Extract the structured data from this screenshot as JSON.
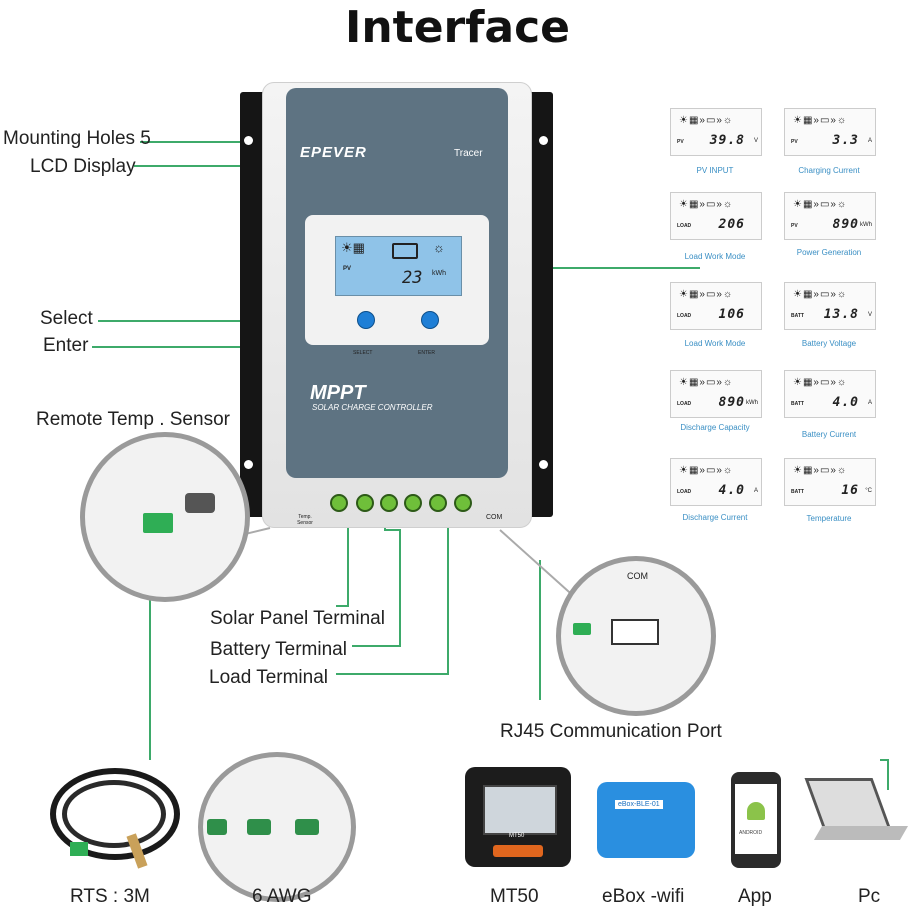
{
  "title": "Interface",
  "callouts": {
    "mounting_holes": "Mounting Holes  5",
    "lcd_display": "LCD Display",
    "select": "Select",
    "enter": "Enter",
    "remote_temp_sensor": "Remote Temp . Sensor",
    "solar_panel_terminal": "Solar Panel Terminal",
    "battery_terminal": "Battery Terminal",
    "load_terminal": "Load Terminal",
    "rj45_port": "RJ45 Communication Port"
  },
  "device": {
    "brand": "EPEVER",
    "model": "Tracer",
    "mppt": "MPPT",
    "subtitle": "SOLAR CHARGE CONTROLLER",
    "select_btn": "SELECT",
    "enter_btn": "ENTER",
    "temp_sensor_label": "Temp. Sensor",
    "com_label": "COM",
    "lcd_pv": "PV",
    "lcd_value": "23",
    "lcd_unit": "kWh"
  },
  "com_zoom_label": "COM",
  "lcd_screens": [
    {
      "tag": "PV",
      "value": "39.8",
      "unit": "V",
      "caption": "PV  INPUT"
    },
    {
      "tag": "PV",
      "value": "3.3",
      "unit": "A",
      "caption": "Charging  Current"
    },
    {
      "tag": "LOAD",
      "value": "206",
      "unit": "",
      "caption": "Load  Work  Mode"
    },
    {
      "tag": "PV",
      "value": "890",
      "unit": "kWh",
      "caption": "Power  Generation"
    },
    {
      "tag": "LOAD",
      "value": "106",
      "unit": "",
      "caption": "Load  Work  Mode"
    },
    {
      "tag": "BATT",
      "value": "13.8",
      "unit": "V",
      "caption": "Battery  Voltage"
    },
    {
      "tag": "LOAD",
      "value": "890",
      "unit": "kWh",
      "caption": "Discharge  Capacity"
    },
    {
      "tag": "BATT",
      "value": "4.0",
      "unit": "A",
      "caption": "Battery  Current"
    },
    {
      "tag": "LOAD",
      "value": "4.0",
      "unit": "A",
      "caption": "Discharge  Current"
    },
    {
      "tag": "BATT",
      "value": "16",
      "unit": "°C",
      "caption": "Temperature"
    }
  ],
  "accessories": [
    {
      "label": "RTS : 3M",
      "icon": "cable-icon"
    },
    {
      "label": "6 AWG",
      "icon": "terminal-slots-icon"
    },
    {
      "label": "MT50",
      "icon": "remote-meter-icon"
    },
    {
      "label": "eBox -wifi",
      "icon": "ebox-icon"
    },
    {
      "label": "App",
      "icon": "phone-icon"
    },
    {
      "label": "Pc",
      "icon": "laptop-icon"
    }
  ],
  "mt50_screen_text": "MT50",
  "ebox_text": "eBox-BLE-01",
  "phone_text": "ANDROID",
  "colors": {
    "line": "#3daa6a",
    "panel": "#5e7382",
    "lcd": "#8fc3e8",
    "button": "#1f7fd6",
    "caption": "#3a8fc4"
  }
}
